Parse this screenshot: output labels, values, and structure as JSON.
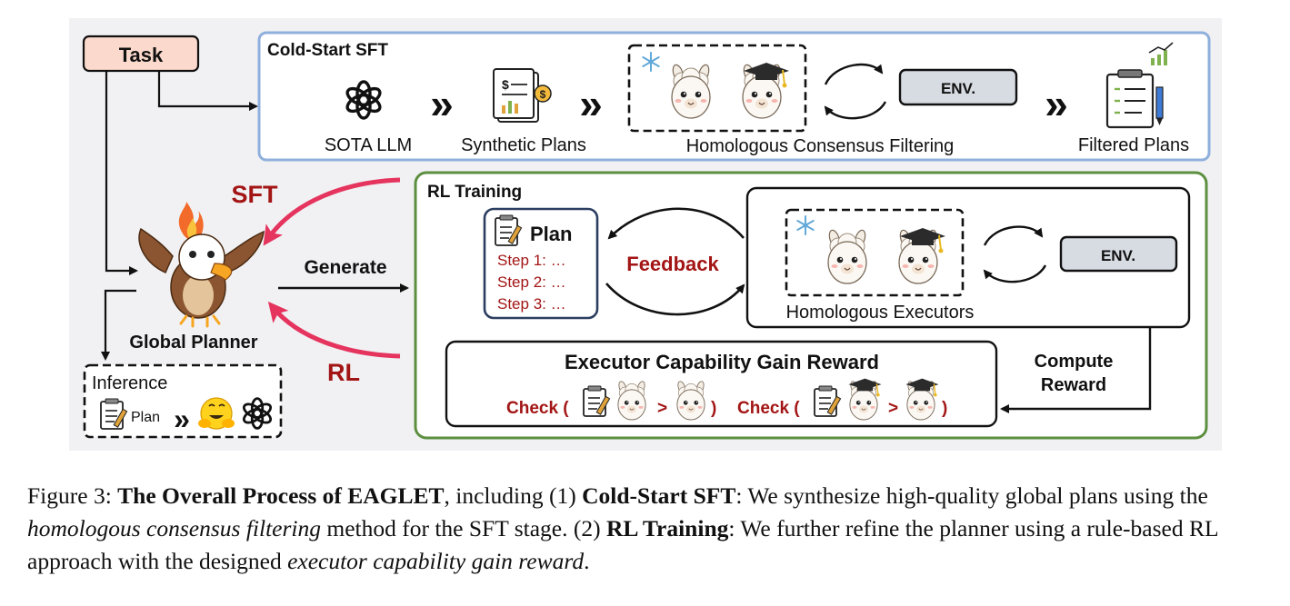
{
  "task": {
    "label": "Task"
  },
  "cold_start": {
    "title": "Cold-Start SFT",
    "sota_llm": "SOTA LLM",
    "synthetic_plans": "Synthetic Plans",
    "filtering": "Homologous Consensus Filtering",
    "env": "ENV.",
    "filtered_plans": "Filtered Plans"
  },
  "planner": {
    "label": "Global Planner",
    "sft": "SFT",
    "rl": "RL",
    "generate": "Generate"
  },
  "inference": {
    "title": "Inference",
    "plan": "Plan"
  },
  "rl_training": {
    "title": "RL Training",
    "plan_title": "Plan",
    "steps": [
      "Step 1: …",
      "Step 2: …",
      "Step 3: …"
    ],
    "feedback": "Feedback",
    "executors": "Homologous Executors",
    "env": "ENV.",
    "compute_reward_1": "Compute",
    "compute_reward_2": "Reward",
    "reward_title": "Executor Capability Gain Reward",
    "check": "Check (",
    "gt": ">",
    "close": ")"
  },
  "caption": {
    "prefix": "Figure 3: ",
    "bold_1": "The Overall Process of EAGLET",
    "text_1": ", including (1) ",
    "bold_2": "Cold-Start SFT",
    "text_2": ": We synthesize high-quality global plans using the ",
    "ital_1": "homologous consensus filtering",
    "text_3": " method for the SFT stage. (2) ",
    "bold_3": "RL Training",
    "text_4": ": We further refine the planner using a rule-based RL approach with the designed ",
    "ital_2": "executor capability gain reward",
    "text_5": "."
  },
  "colors": {
    "cold_start_border": "#8fb0dc",
    "rl_border": "#5c8f3f",
    "task_fill": "#fbd9cc",
    "env_fill": "#d7dbe2",
    "plan_border": "#2c3e60",
    "accent_red": "#a31515",
    "arrow_pink": "#e5345e"
  }
}
